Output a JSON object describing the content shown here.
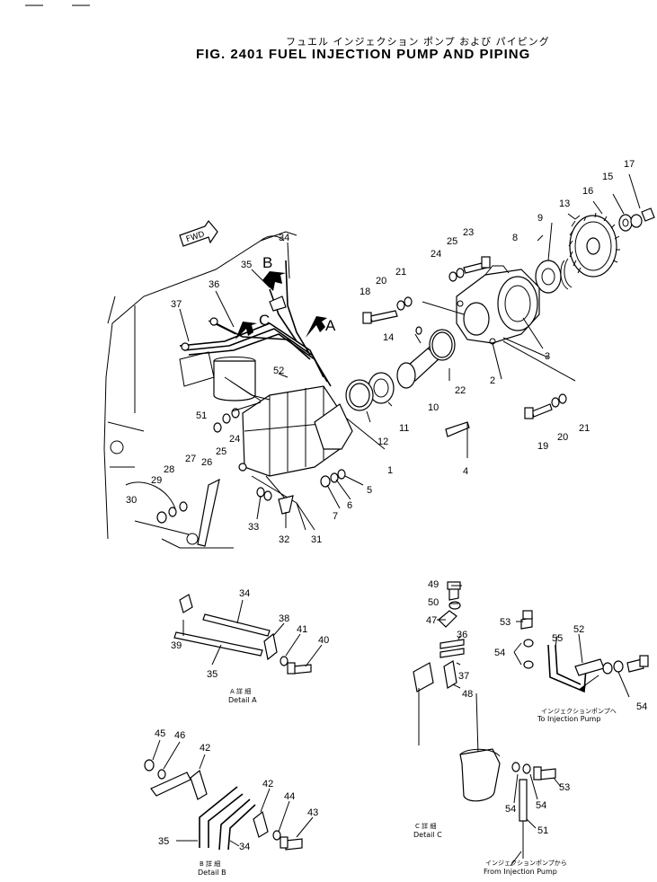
{
  "figure": {
    "title_jp": "フュエル インジェクション ポンプ および パイピング",
    "title_en": "FIG. 2401  FUEL INJECTION PUMP AND PIPING"
  },
  "direction_tag": "FWD",
  "view_markers": [
    "A",
    "B",
    "C"
  ],
  "part_labels": {
    "p1": "1",
    "p2": "2",
    "p3": "3",
    "p4": "4",
    "p5": "5",
    "p6": "6",
    "p7": "7",
    "p8": "8",
    "p9": "9",
    "p10": "10",
    "p11": "11",
    "p12": "12",
    "p13": "13",
    "p14": "14",
    "p15": "15",
    "p16": "16",
    "p17": "17",
    "p18": "18",
    "p19": "19",
    "p20": "20",
    "p20b": "20",
    "p21": "21",
    "p21b": "21",
    "p22": "22",
    "p23": "23",
    "p24": "24",
    "p24b": "24",
    "p25": "25",
    "p25b": "25",
    "p26": "26",
    "p27": "27",
    "p28": "28",
    "p29": "29",
    "p30": "30",
    "p31": "31",
    "p32": "32",
    "p33": "33",
    "p34": "34",
    "p35": "35",
    "p36": "36",
    "p37": "37",
    "p51": "51",
    "p52": "52"
  },
  "detail_a": {
    "labels": {
      "p34": "34",
      "p38": "38",
      "p39": "39",
      "p35": "35",
      "p40": "40",
      "p41": "41"
    },
    "caption_jp": "A 詳 細",
    "caption_en": "Detail A"
  },
  "detail_b": {
    "labels": {
      "p45": "45",
      "p46": "46",
      "p42": "42",
      "p42b": "42",
      "p44": "44",
      "p43": "43",
      "p35": "35",
      "p34": "34"
    },
    "caption_jp": "B 詳 細",
    "caption_en": "Detail B"
  },
  "detail_c": {
    "labels": {
      "p49": "49",
      "p50": "50",
      "p47": "47",
      "p36": "36",
      "p37": "37",
      "p48": "48",
      "p53": "53",
      "p53b": "53",
      "p54": "54",
      "p54b": "54",
      "p54c": "54",
      "p54d": "54",
      "p55": "55",
      "p52": "52",
      "p51": "51"
    },
    "caption_jp": "C 詳 細",
    "caption_en": "Detail C",
    "to_pump_jp": "インジェクションポンプへ",
    "to_pump_en": "To Injection Pump",
    "from_pump_jp": "インジェクションポンプから",
    "from_pump_en": "From Injection Pump"
  }
}
